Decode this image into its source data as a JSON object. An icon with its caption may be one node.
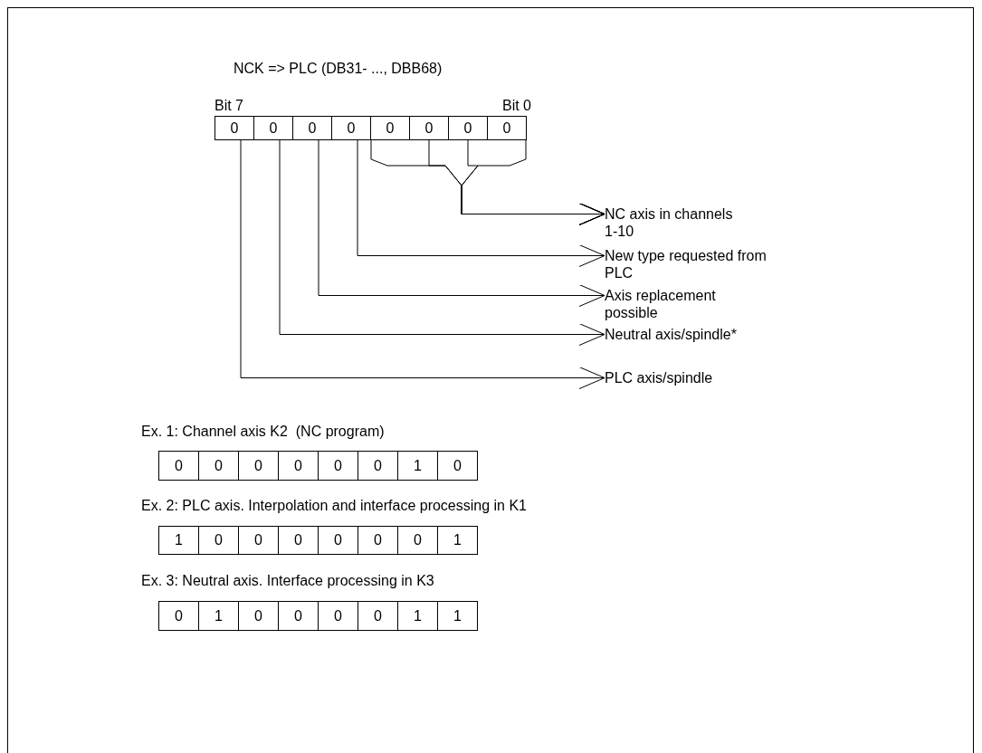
{
  "diagram": {
    "title": "NCK => PLC (DB31- ..., DBB68)",
    "nodes": [
      {
        "text": [
          "0"
        ]
      },
      {
        "text": [
          "0"
        ]
      },
      {
        "text": [
          "0"
        ]
      },
      {
        "text": [
          "0"
        ]
      },
      {
        "text": [
          "0"
        ]
      },
      {
        "text": [
          "0"
        ]
      },
      {
        "text": [
          "0"
        ]
      },
      {
        "text": [
          "0"
        ]
      },
      {
        "text": [
          "NC axis in channels 1-10"
        ]
      },
      {
        "text": [
          "New type requested from PLC"
        ]
      },
      {
        "text": [
          "Axis replacement possible"
        ]
      },
      {
        "text": [
          "Neutral axis/spindle*"
        ]
      },
      {
        "text": [
          "PLC axis/spindle"
        ]
      },
      {
        "text": [
          "0"
        ]
      },
      {
        "text": [
          "0"
        ]
      },
      {
        "text": [
          "0"
        ]
      },
      {
        "text": [
          "0"
        ]
      },
      {
        "text": [
          "0"
        ]
      },
      {
        "text": [
          "0"
        ]
      },
      {
        "text": [
          "1"
        ]
      },
      {
        "text": [
          "0"
        ]
      },
      {
        "text": [
          "1"
        ]
      },
      {
        "text": [
          "0"
        ]
      },
      {
        "text": [
          "0"
        ]
      },
      {
        "text": [
          "0"
        ]
      },
      {
        "text": [
          "0"
        ]
      },
      {
        "text": [
          "0"
        ]
      },
      {
        "text": [
          "0"
        ]
      },
      {
        "text": [
          "1"
        ]
      },
      {
        "text": [
          "0"
        ]
      },
      {
        "text": [
          "1"
        ]
      },
      {
        "text": [
          "0"
        ]
      },
      {
        "text": [
          "0"
        ]
      },
      {
        "text": [
          "0"
        ]
      },
      {
        "text": [
          "0"
        ]
      },
      {
        "text": [
          "1"
        ]
      },
      {
        "text": [
          "1"
        ]
      }
    ],
    "edges": [
      {
        "from": 4,
        "to": 8,
        "arrow": "to"
      },
      {
        "from": 5,
        "to": 8,
        "arrow": "to"
      },
      {
        "from": 6,
        "to": 8,
        "arrow": "to"
      },
      {
        "from": 7,
        "to": 8,
        "arrow": "to"
      },
      {
        "from": 3,
        "to": 9,
        "arrow": "to"
      },
      {
        "from": 2,
        "to": 10,
        "arrow": "to"
      },
      {
        "from": 1,
        "to": 11,
        "arrow": "to"
      },
      {
        "from": 0,
        "to": 12,
        "arrow": "to"
      }
    ],
    "labels": [
      "Bit 7",
      "Bit 0",
      "Ex. 1: Channel axis K2  (NC program)",
      "Ex. 2: PLC axis. Interpolation and interface processing in K1",
      "Ex. 3: Neutral axis. Interface processing in K3"
    ]
  }
}
